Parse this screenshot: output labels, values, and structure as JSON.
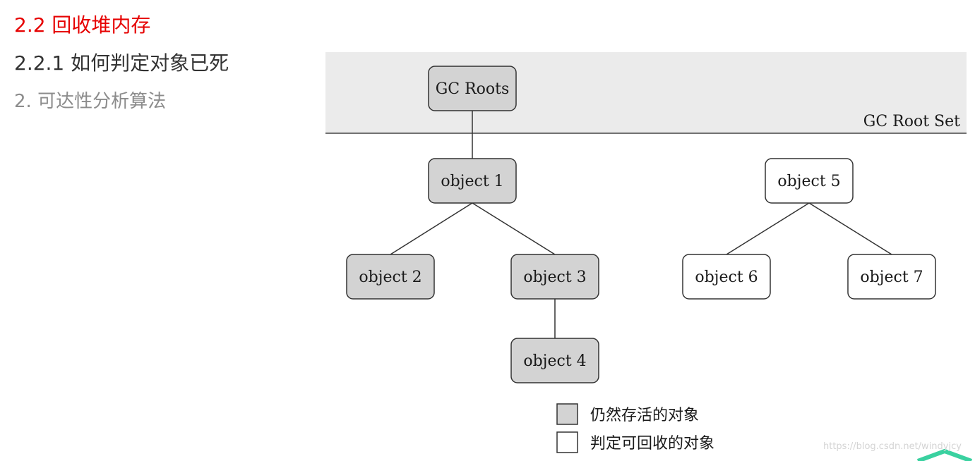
{
  "headings": {
    "section": "2.2 回收堆内存",
    "subsection": "2.2.1 如何判定对象已死",
    "topic": "2. 可达性分析算法"
  },
  "diagram": {
    "root_set_label": "GC Root Set",
    "nodes": {
      "gc_roots": {
        "label": "GC Roots",
        "reachable": true
      },
      "object1": {
        "label": "object 1",
        "reachable": true
      },
      "object2": {
        "label": "object 2",
        "reachable": true
      },
      "object3": {
        "label": "object 3",
        "reachable": true
      },
      "object4": {
        "label": "object 4",
        "reachable": true
      },
      "object5": {
        "label": "object 5",
        "reachable": false
      },
      "object6": {
        "label": "object 6",
        "reachable": false
      },
      "object7": {
        "label": "object 7",
        "reachable": false
      }
    },
    "edges": [
      [
        "gc_roots",
        "object1"
      ],
      [
        "object1",
        "object2"
      ],
      [
        "object1",
        "object3"
      ],
      [
        "object3",
        "object4"
      ],
      [
        "object5",
        "object6"
      ],
      [
        "object5",
        "object7"
      ]
    ],
    "legend": {
      "alive": "仍然存活的对象",
      "collectable": "判定可回收的对象"
    },
    "colors": {
      "reachable": "#d3d3d3",
      "collectable": "#ffffff",
      "root_set_band": "#ebebeb"
    }
  },
  "watermark": "https://blog.csdn.net/windyjcy"
}
